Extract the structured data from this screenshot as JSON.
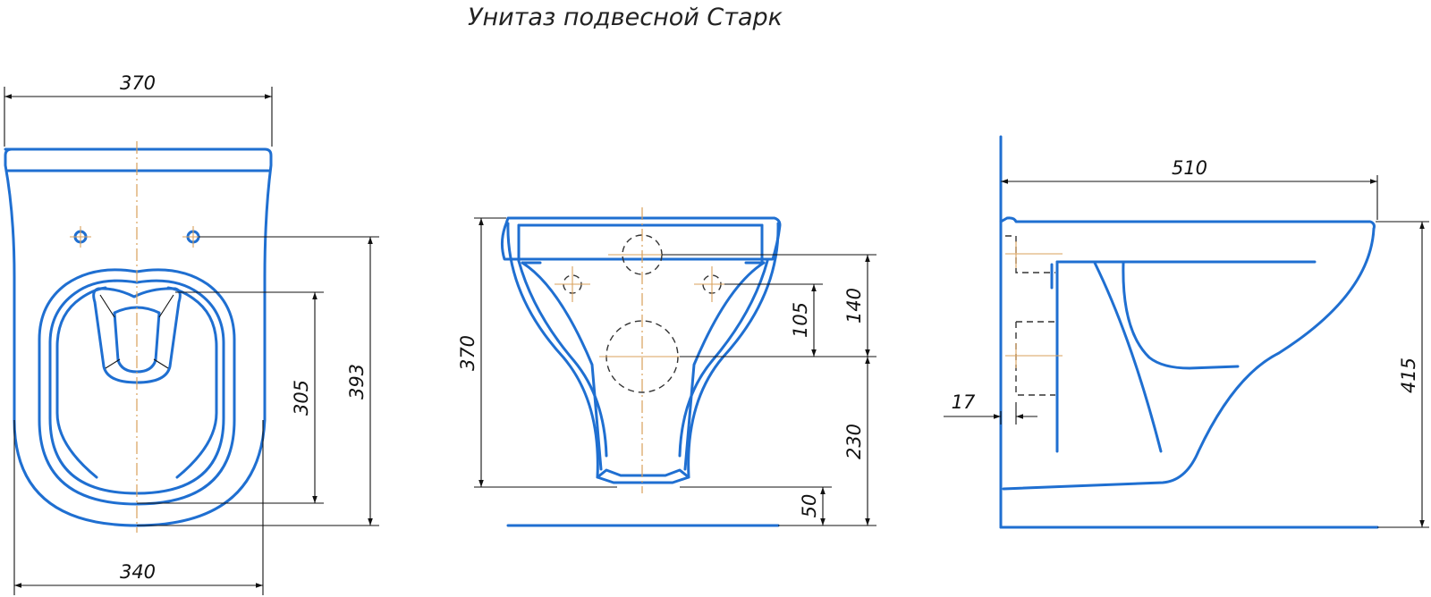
{
  "title": "Унитаз подвесной Старк",
  "colors": {
    "outline": "#1f6fd1",
    "dimension": "#111111",
    "centerline": "#d9a05b",
    "hidden": "#333333"
  },
  "views": {
    "top": {
      "dims": {
        "overall_width": "370",
        "seat_width": "340",
        "mount_to_front": "393",
        "bowl_depth": "305"
      }
    },
    "front": {
      "dims": {
        "height": "370",
        "hole_offset": "105",
        "outlet_offset": "140",
        "outlet_height": "230",
        "floor_clearance": "50"
      }
    },
    "side": {
      "dims": {
        "length": "510",
        "height": "415",
        "wall_offset": "17"
      }
    }
  }
}
